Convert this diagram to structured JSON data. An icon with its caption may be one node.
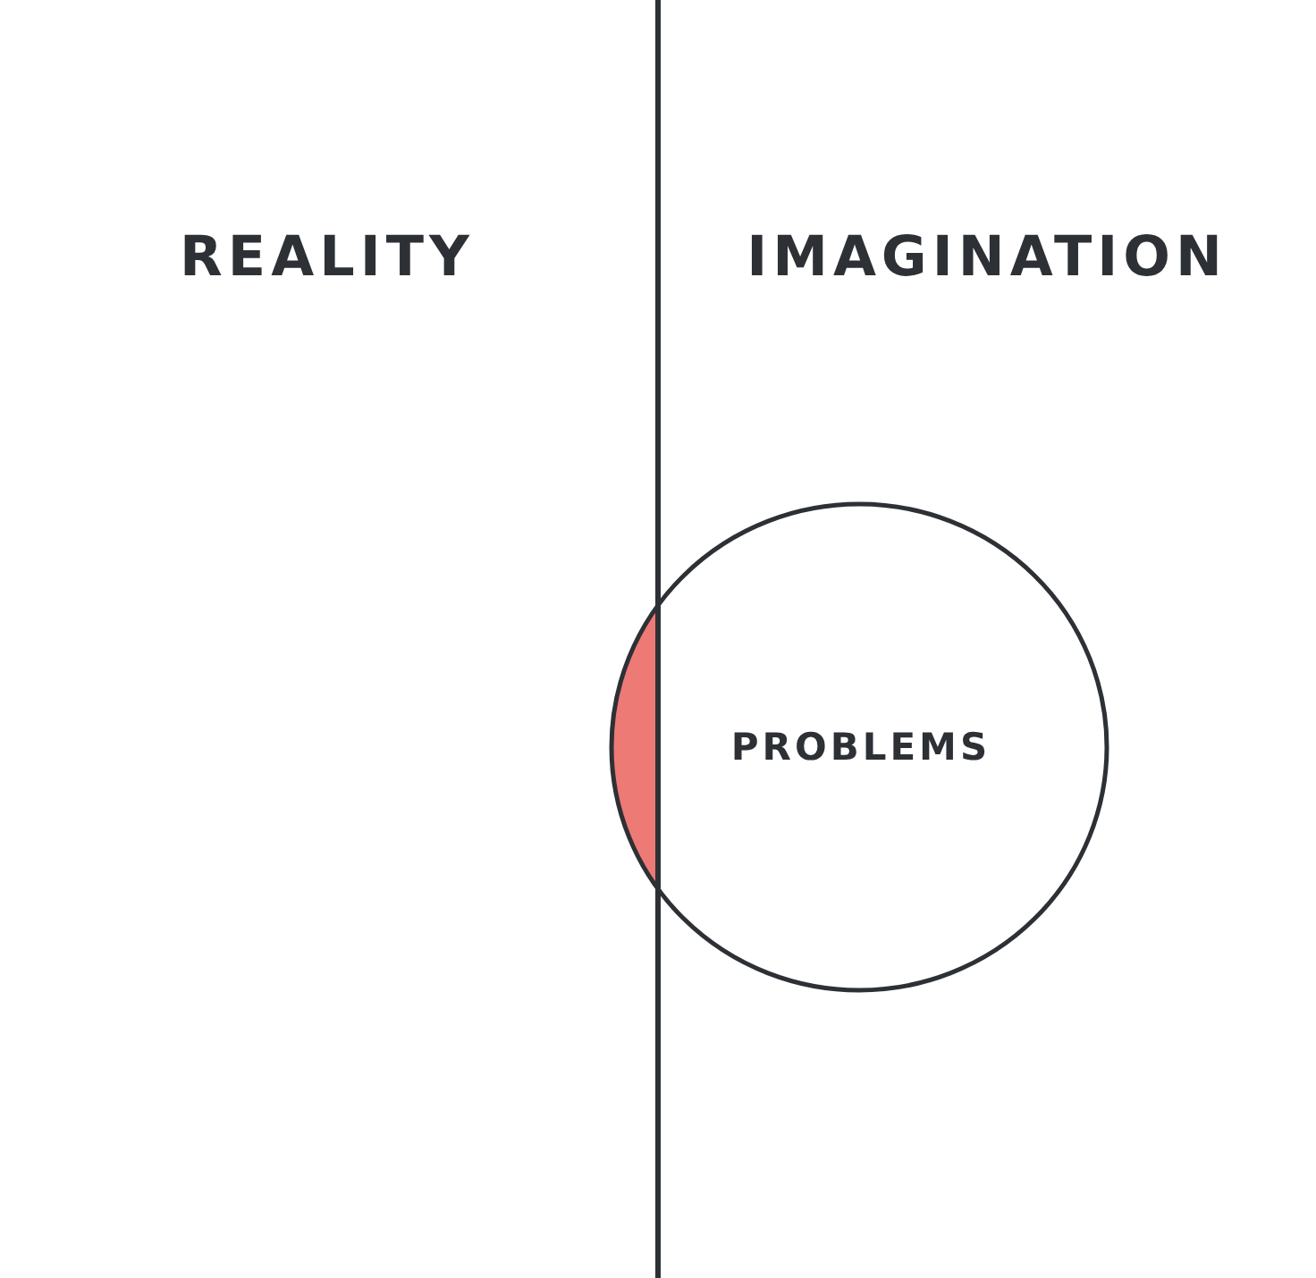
{
  "diagram": {
    "nodes": [
      {
        "text": [
          "PROBLEMS"
        ]
      }
    ],
    "edges": [],
    "labels": [
      "REALITY",
      "IMAGINATION"
    ]
  }
}
